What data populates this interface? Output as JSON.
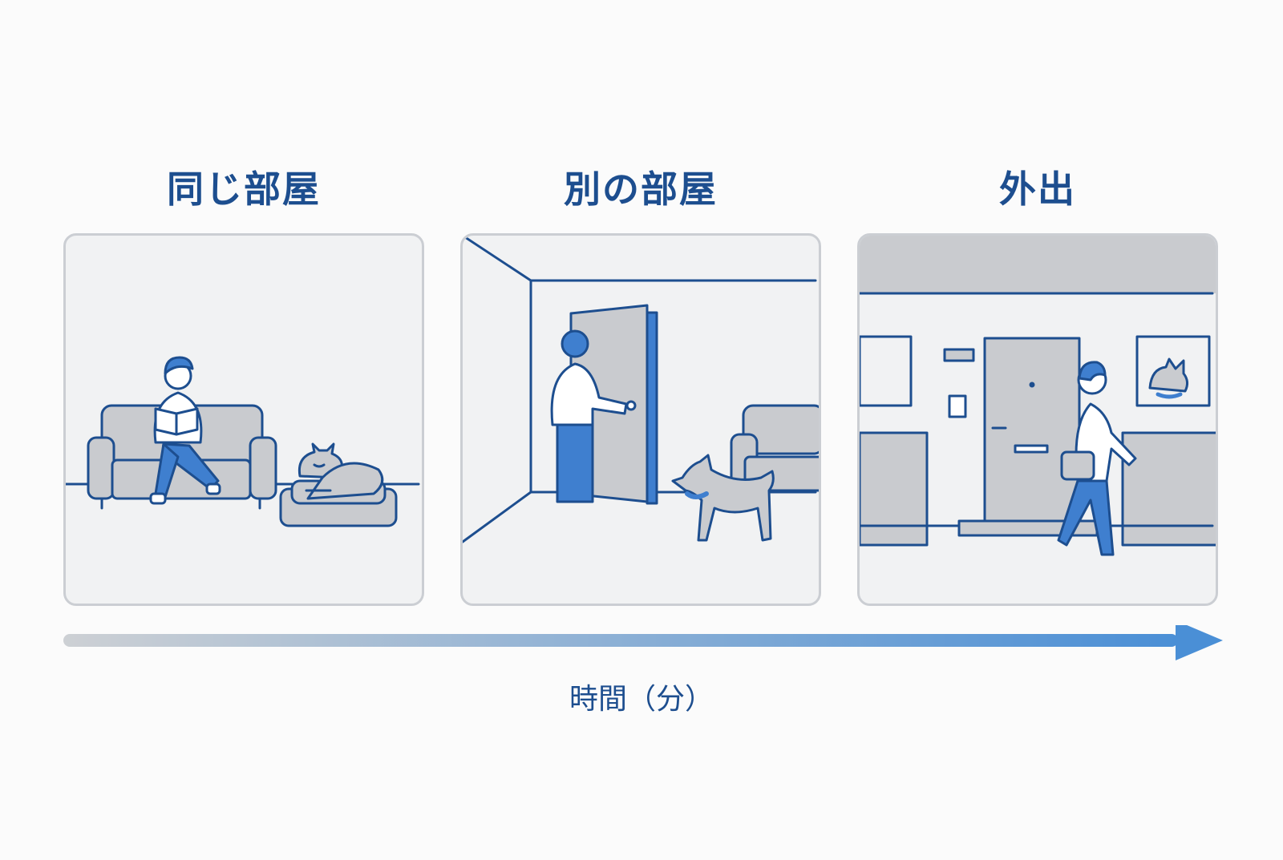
{
  "panels": [
    {
      "title": "同じ部屋",
      "scene_icon": "person-reading-on-sofa-with-dog-icon"
    },
    {
      "title": "別の部屋",
      "scene_icon": "person-leaving-through-door-icon"
    },
    {
      "title": "外出",
      "scene_icon": "person-walking-outside-house-icon"
    }
  ],
  "timeline": {
    "label": "時間（分）",
    "arrow_icon": "right-arrow-icon"
  },
  "colors": {
    "accent": "#1d4e8f",
    "stroke": "#1d4e8f",
    "fill_blue": "#3f7fcf",
    "fill_gray": "#c9cbcf",
    "panel_bg": "#f1f2f3",
    "timeline_start": "#cdd0d4",
    "timeline_end": "#4a8fd6"
  }
}
